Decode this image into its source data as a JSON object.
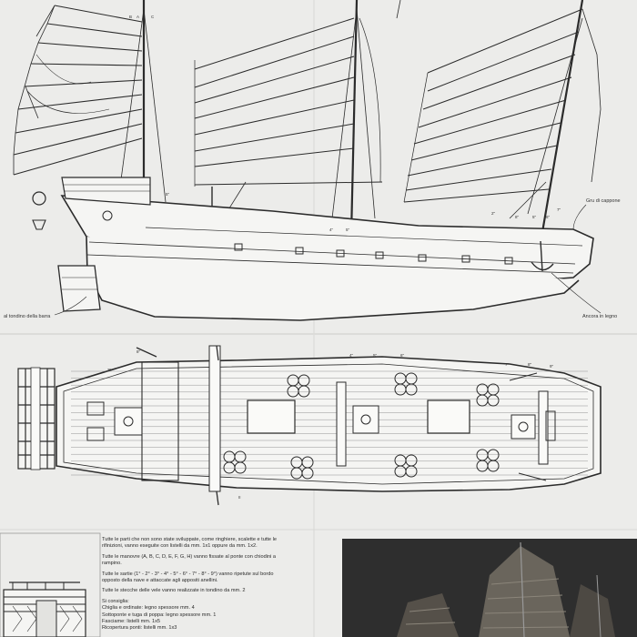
{
  "labels": {
    "tiller_rope": "al tondino della barra",
    "sheave_block": "Gru di cappone",
    "anchor": "Ancora in legno"
  },
  "station_marks": {
    "profile": [
      "A",
      "B",
      "C",
      "5\"",
      "5\"",
      "4\"",
      "2\"",
      "8\"",
      "5\"",
      "6\"",
      "7\""
    ],
    "plan": [
      "8\"",
      "2\"",
      "4\"",
      "5\"",
      "6\"",
      "7\"",
      "8\"",
      "9\"",
      "II"
    ]
  },
  "notes": {
    "p1": "Tutte le parti che non sono state sviluppate, come ringhiere, scalette e tutte le rifinizioni, vanno eseguite con listelli da mm. 1x1 oppure da mm. 1x2.",
    "p2": "Tutte le manovre (A, B, C, D, E, F, G, H) vanno fissate al ponte con chiodini a rampino.",
    "p3": "Tutte le sartie (1° - 2° - 3° - 4° - 5° - 6° - 7° - 8° - 9°) vanno ripetute sul bordo opposto della nave e attaccate agli appositi anellini.",
    "p4": "Tutte le stecche delle vele vanno realizzate in tondino da mm. 2",
    "heading": "Si consiglia:",
    "s1": "Chiglia e ordinate: legno spessore mm. 4",
    "s2": "Sottoponte e tuga di poppa: legno spessore mm. 1",
    "s3": "Fasciame: listelli mm. 1x5",
    "s4": "Ricopertura ponti: listelli mm. 1x3"
  },
  "colors": {
    "paper": "#ececea",
    "ink": "#2b2b2b",
    "photo": "#2e2e2e"
  }
}
